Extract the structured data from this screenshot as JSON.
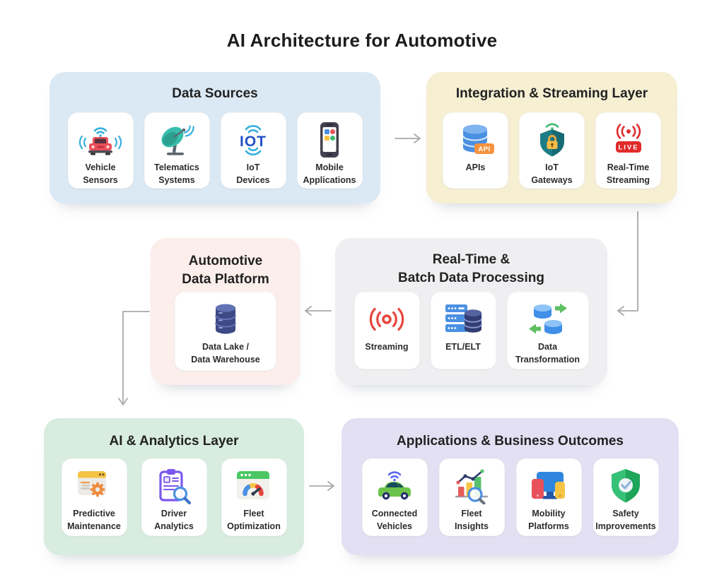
{
  "title": "AI Architecture for Automotive",
  "connectors": {
    "color": "#a9a9ab"
  },
  "icon_text": {
    "api_badge": "API",
    "live_badge": "LIVE",
    "iot_logo": "IOT"
  },
  "panels": {
    "data_sources": {
      "title": "Data Sources",
      "bg": "#dbe9f5",
      "items": [
        {
          "label": "Vehicle\nSensors",
          "icon": "vehicle-sensors-icon"
        },
        {
          "label": "Telematics\nSystems",
          "icon": "satellite-dish-icon"
        },
        {
          "label": "IoT\nDevices",
          "icon": "iot-logo-icon"
        },
        {
          "label": "Mobile\nApplications",
          "icon": "mobile-apps-icon"
        }
      ]
    },
    "integration": {
      "title": "Integration & Streaming Layer",
      "bg": "#f6efd2",
      "items": [
        {
          "label": "APIs",
          "icon": "api-database-icon"
        },
        {
          "label": "IoT\nGateways",
          "icon": "shield-lock-icon"
        },
        {
          "label": "Real-Time\nStreaming",
          "icon": "live-broadcast-icon"
        }
      ]
    },
    "automotive_platform": {
      "title": "Automotive\nData Platform",
      "bg": "#fbeeeb",
      "items": [
        {
          "label": "Data Lake /\nData Warehouse",
          "icon": "database-cylinder-icon"
        }
      ]
    },
    "processing": {
      "title": "Real-Time &\nBatch Data Processing",
      "bg": "#efeff1",
      "items": [
        {
          "label": "Streaming",
          "icon": "broadcast-signal-icon"
        },
        {
          "label": "ETL/ELT",
          "icon": "server-database-icon"
        },
        {
          "label": "Data\nTransformation",
          "icon": "data-sync-icon"
        }
      ]
    },
    "ai_analytics": {
      "title": "AI & Analytics Layer",
      "bg": "#d8ecdf",
      "items": [
        {
          "label": "Predictive\nMaintenance",
          "icon": "window-gear-icon"
        },
        {
          "label": "Driver\nAnalytics",
          "icon": "clipboard-magnifier-icon"
        },
        {
          "label": "Fleet\nOptimization",
          "icon": "gauge-window-icon"
        }
      ]
    },
    "applications": {
      "title": "Applications & Business Outcomes",
      "bg": "#e4e0f3",
      "items": [
        {
          "label": "Connected\nVehicles",
          "icon": "connected-car-icon"
        },
        {
          "label": "Fleet\nInsights",
          "icon": "chart-magnifier-icon"
        },
        {
          "label": "Mobility\nPlatforms",
          "icon": "devices-icon"
        },
        {
          "label": "Safety\nImprovements",
          "icon": "shield-check-icon"
        }
      ]
    }
  }
}
